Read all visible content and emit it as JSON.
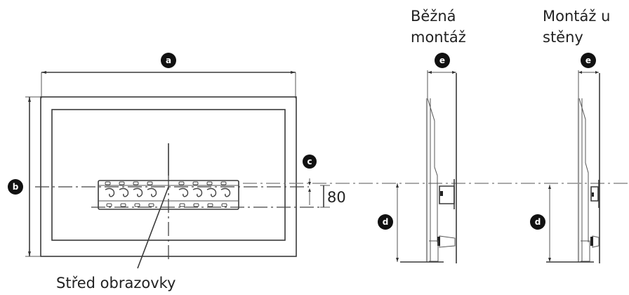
{
  "diagram": {
    "type": "tv-wall-mount-dimension-drawing",
    "front_view": {
      "dimension_labels": {
        "width": "a",
        "height": "b",
        "center_offset": "c"
      },
      "offset_value": "80",
      "callout": "Střed obrazovky"
    },
    "side_views": [
      {
        "title_line1": "Běžná",
        "title_line2": "montáž",
        "depth_label": "e",
        "height_label": "d"
      },
      {
        "title_line1": "Montáž u",
        "title_line2": "stěny",
        "depth_label": "e",
        "height_label": "d"
      }
    ],
    "colors": {
      "line": "#3a3a3a",
      "badge": "#111111",
      "background": "#ffffff"
    }
  }
}
